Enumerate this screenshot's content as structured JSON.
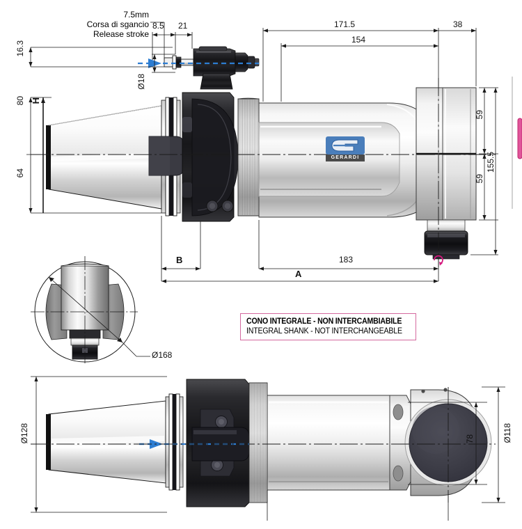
{
  "drawing": {
    "title": "Gerardi angular milling head technical drawing",
    "brand": "GERARDI"
  },
  "annotations": {
    "release_note_value": "7.5mm",
    "release_note_it": "Corsa di sgancio",
    "release_note_en": "Release stroke"
  },
  "warning": {
    "line_it": "CONO INTEGRALE - NON INTERCAMBIABILE",
    "line_en": "INTEGRAL SHANK - NOT INTERCHANGEABLE",
    "border_color": "#d4699f"
  },
  "colors": {
    "axis_blue": "#2d7dd2",
    "rotation_magenta": "#d4187d",
    "logo_blue": "#4a7ebb",
    "logo_gray": "#4a4a4a",
    "dim_line": "#1a1a1a"
  },
  "views": {
    "top": {
      "name": "side-elevation-view",
      "dimensions": {
        "stroke_8_5": "8.5",
        "stroke_21": "21",
        "height_16_3": "16.3",
        "dia_18": "Ø18",
        "height_80": "80",
        "label_H": "H",
        "height_64": "64",
        "length_171_5": "171.5",
        "length_154": "154",
        "length_38": "38",
        "height_59_upper": "59",
        "height_59_lower": "59",
        "height_155_5": "155.5",
        "label_B": "B",
        "length_183": "183",
        "label_A": "A"
      }
    },
    "detail_circle": {
      "name": "end-detail-view",
      "dimensions": {
        "dia_168": "Ø168"
      }
    },
    "bottom": {
      "name": "plan-view",
      "dimensions": {
        "dia_128": "Ø128",
        "height_78": "78",
        "dia_118": "Ø118"
      }
    }
  }
}
